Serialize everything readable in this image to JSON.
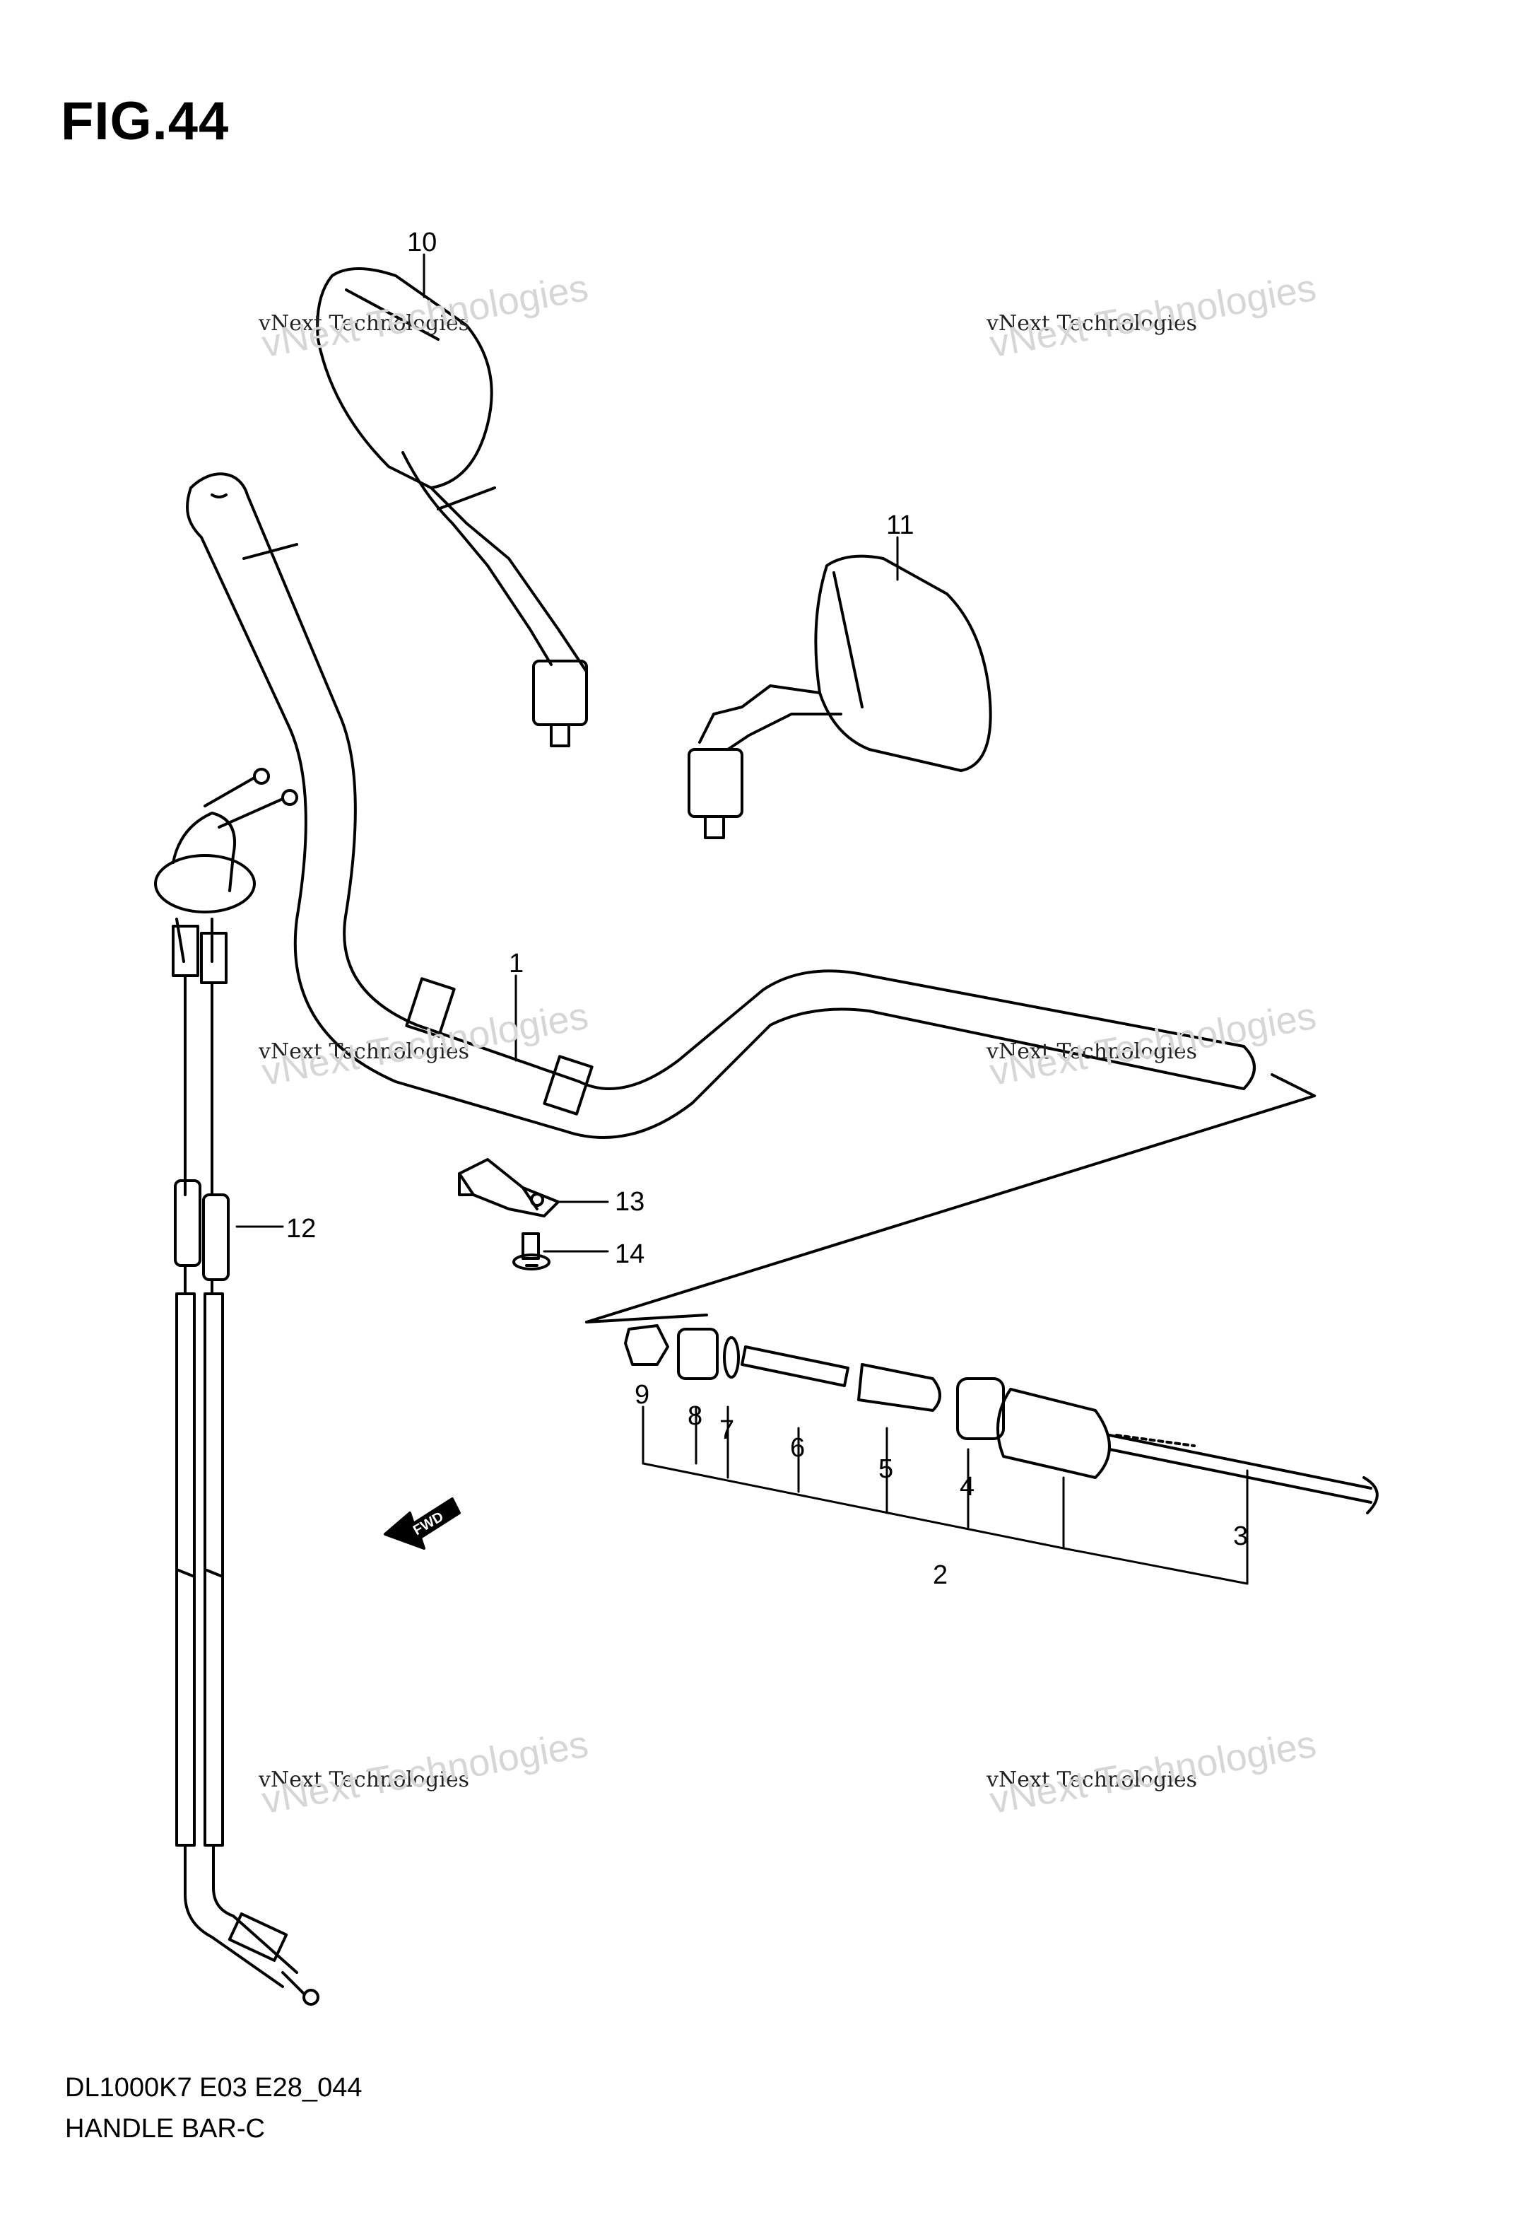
{
  "figure": {
    "title": "FIG.44",
    "model_code": "DL1000K7 E03 E28_044",
    "name": "HANDLE BAR-C"
  },
  "fwd_label": "FWD",
  "watermark": {
    "line1": "vNext Technologies",
    "line2": "vNext Technologies"
  },
  "callouts": [
    "1",
    "2",
    "3",
    "4",
    "5",
    "6",
    "7",
    "8",
    "9",
    "10",
    "11",
    "12",
    "13",
    "14"
  ],
  "colors": {
    "line": "#000000",
    "watermark": "#d0d0d0",
    "background": "#ffffff"
  }
}
